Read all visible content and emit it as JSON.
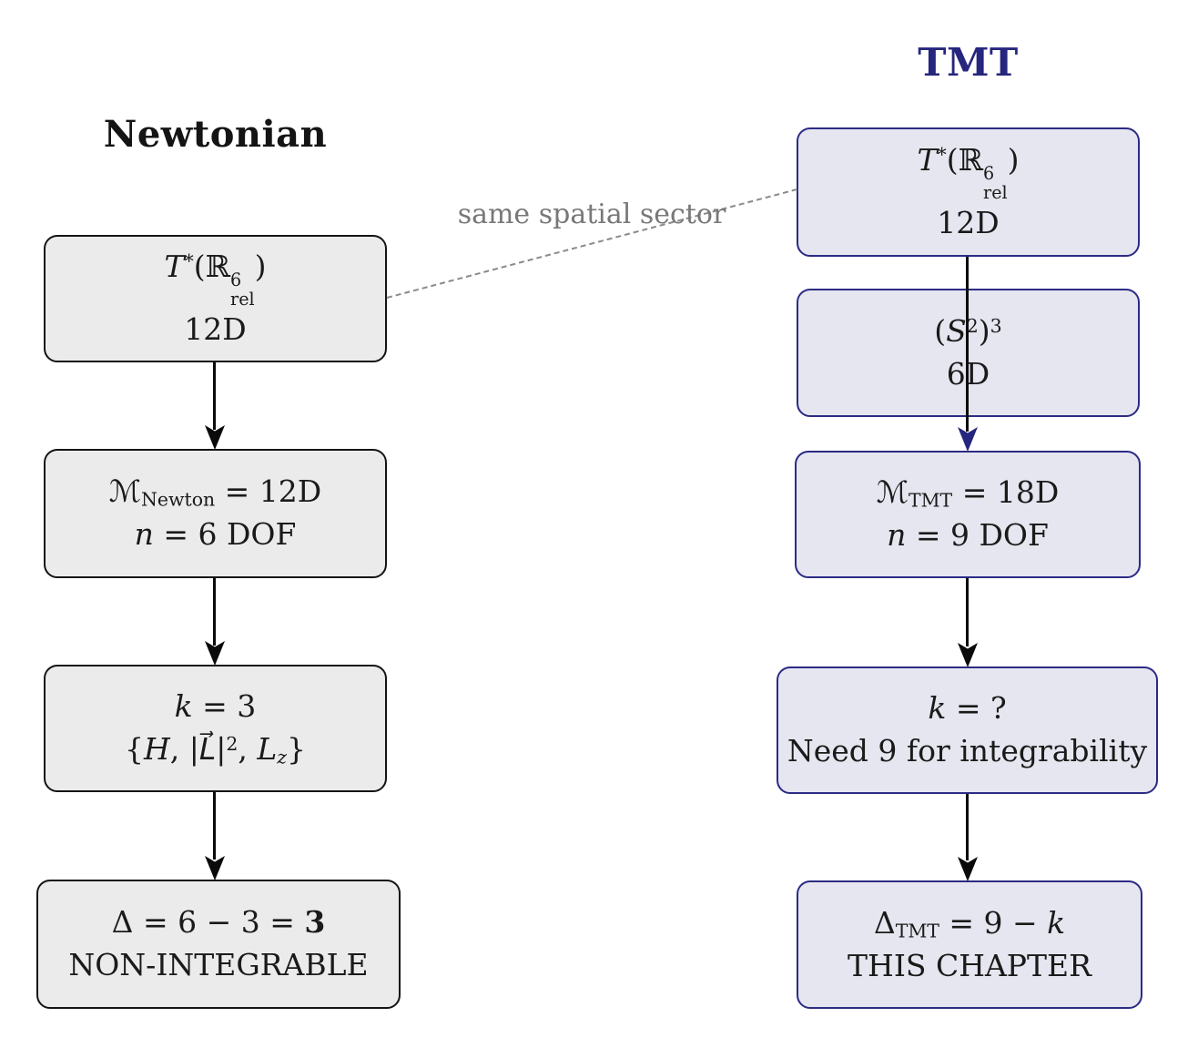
{
  "header": {
    "newtonian": "Newtonian",
    "tmt": "TMT"
  },
  "connector": {
    "label": "same spatial sector"
  },
  "colors": {
    "left_fill": "#ebebeb",
    "left_border": "#141414",
    "right_fill": "#e6e6f0",
    "right_border": "#2b2b85",
    "navy_accent": "#26267e",
    "dashed_line": "#8a8a8a",
    "dashed_label": "#787878"
  },
  "newtonian_boxes": [
    {
      "name": "phase-space",
      "lines": [
        [
          {
            "t": "T",
            "s": "i"
          },
          {
            "t": "*",
            "s": "sup"
          },
          {
            "t": "("
          },
          {
            "t": "ℝ"
          },
          {
            "top": "6",
            "bot": "rel",
            "s": "stack"
          },
          {
            "t": ")"
          }
        ],
        [
          {
            "t": "12D"
          }
        ]
      ]
    },
    {
      "name": "manifold",
      "lines": [
        [
          {
            "t": "ℳ"
          },
          {
            "t": "Newton",
            "s": "sub"
          },
          {
            "t": " = 12D"
          }
        ],
        [
          {
            "t": "n",
            "s": "i"
          },
          {
            "t": " = 6 DOF"
          }
        ]
      ]
    },
    {
      "name": "invariants",
      "lines": [
        [
          {
            "t": "k",
            "s": "i"
          },
          {
            "t": " = 3"
          }
        ],
        [
          {
            "t": "{"
          },
          {
            "t": "H",
            "s": "i"
          },
          {
            "t": ", |"
          },
          {
            "t": "L⃗",
            "s": "i"
          },
          {
            "t": "|"
          },
          {
            "t": "2",
            "s": "sup"
          },
          {
            "t": ", "
          },
          {
            "t": "L",
            "s": "i"
          },
          {
            "t": "z",
            "s": "i sub"
          },
          {
            "t": "}"
          }
        ]
      ]
    },
    {
      "name": "result",
      "lines": [
        [
          {
            "t": "Δ = 6 − 3 = "
          },
          {
            "t": "3",
            "s": "b"
          }
        ],
        [
          {
            "t": "NON-INTEGRABLE"
          }
        ]
      ]
    }
  ],
  "tmt_boxes": [
    {
      "name": "phase-space",
      "lines": [
        [
          {
            "t": "T",
            "s": "i"
          },
          {
            "t": "*",
            "s": "sup"
          },
          {
            "t": "("
          },
          {
            "t": "ℝ"
          },
          {
            "top": "6",
            "bot": "rel",
            "s": "stack"
          },
          {
            "t": ")"
          }
        ],
        [
          {
            "t": "12D"
          }
        ]
      ]
    },
    {
      "name": "sphere-sector",
      "lines": [
        [
          {
            "t": "("
          },
          {
            "t": "S",
            "s": "i"
          },
          {
            "t": "2",
            "s": "sup"
          },
          {
            "t": ")"
          },
          {
            "t": "3",
            "s": "sup"
          }
        ],
        [
          {
            "t": "6D"
          }
        ]
      ]
    },
    {
      "name": "manifold",
      "lines": [
        [
          {
            "t": "ℳ"
          },
          {
            "t": "TMT",
            "s": "sub"
          },
          {
            "t": " = 18D"
          }
        ],
        [
          {
            "t": "n",
            "s": "i"
          },
          {
            "t": " = 9 DOF"
          }
        ]
      ]
    },
    {
      "name": "invariants",
      "lines": [
        [
          {
            "t": "k",
            "s": "i"
          },
          {
            "t": " = ?"
          }
        ],
        [
          {
            "t": "Need 9 for integrability"
          }
        ]
      ]
    },
    {
      "name": "result",
      "lines": [
        [
          {
            "t": "Δ"
          },
          {
            "t": "TMT",
            "s": "sub"
          },
          {
            "t": " = 9 − "
          },
          {
            "t": "k",
            "s": "i"
          }
        ],
        [
          {
            "t": "THIS CHAPTER"
          }
        ]
      ]
    }
  ]
}
